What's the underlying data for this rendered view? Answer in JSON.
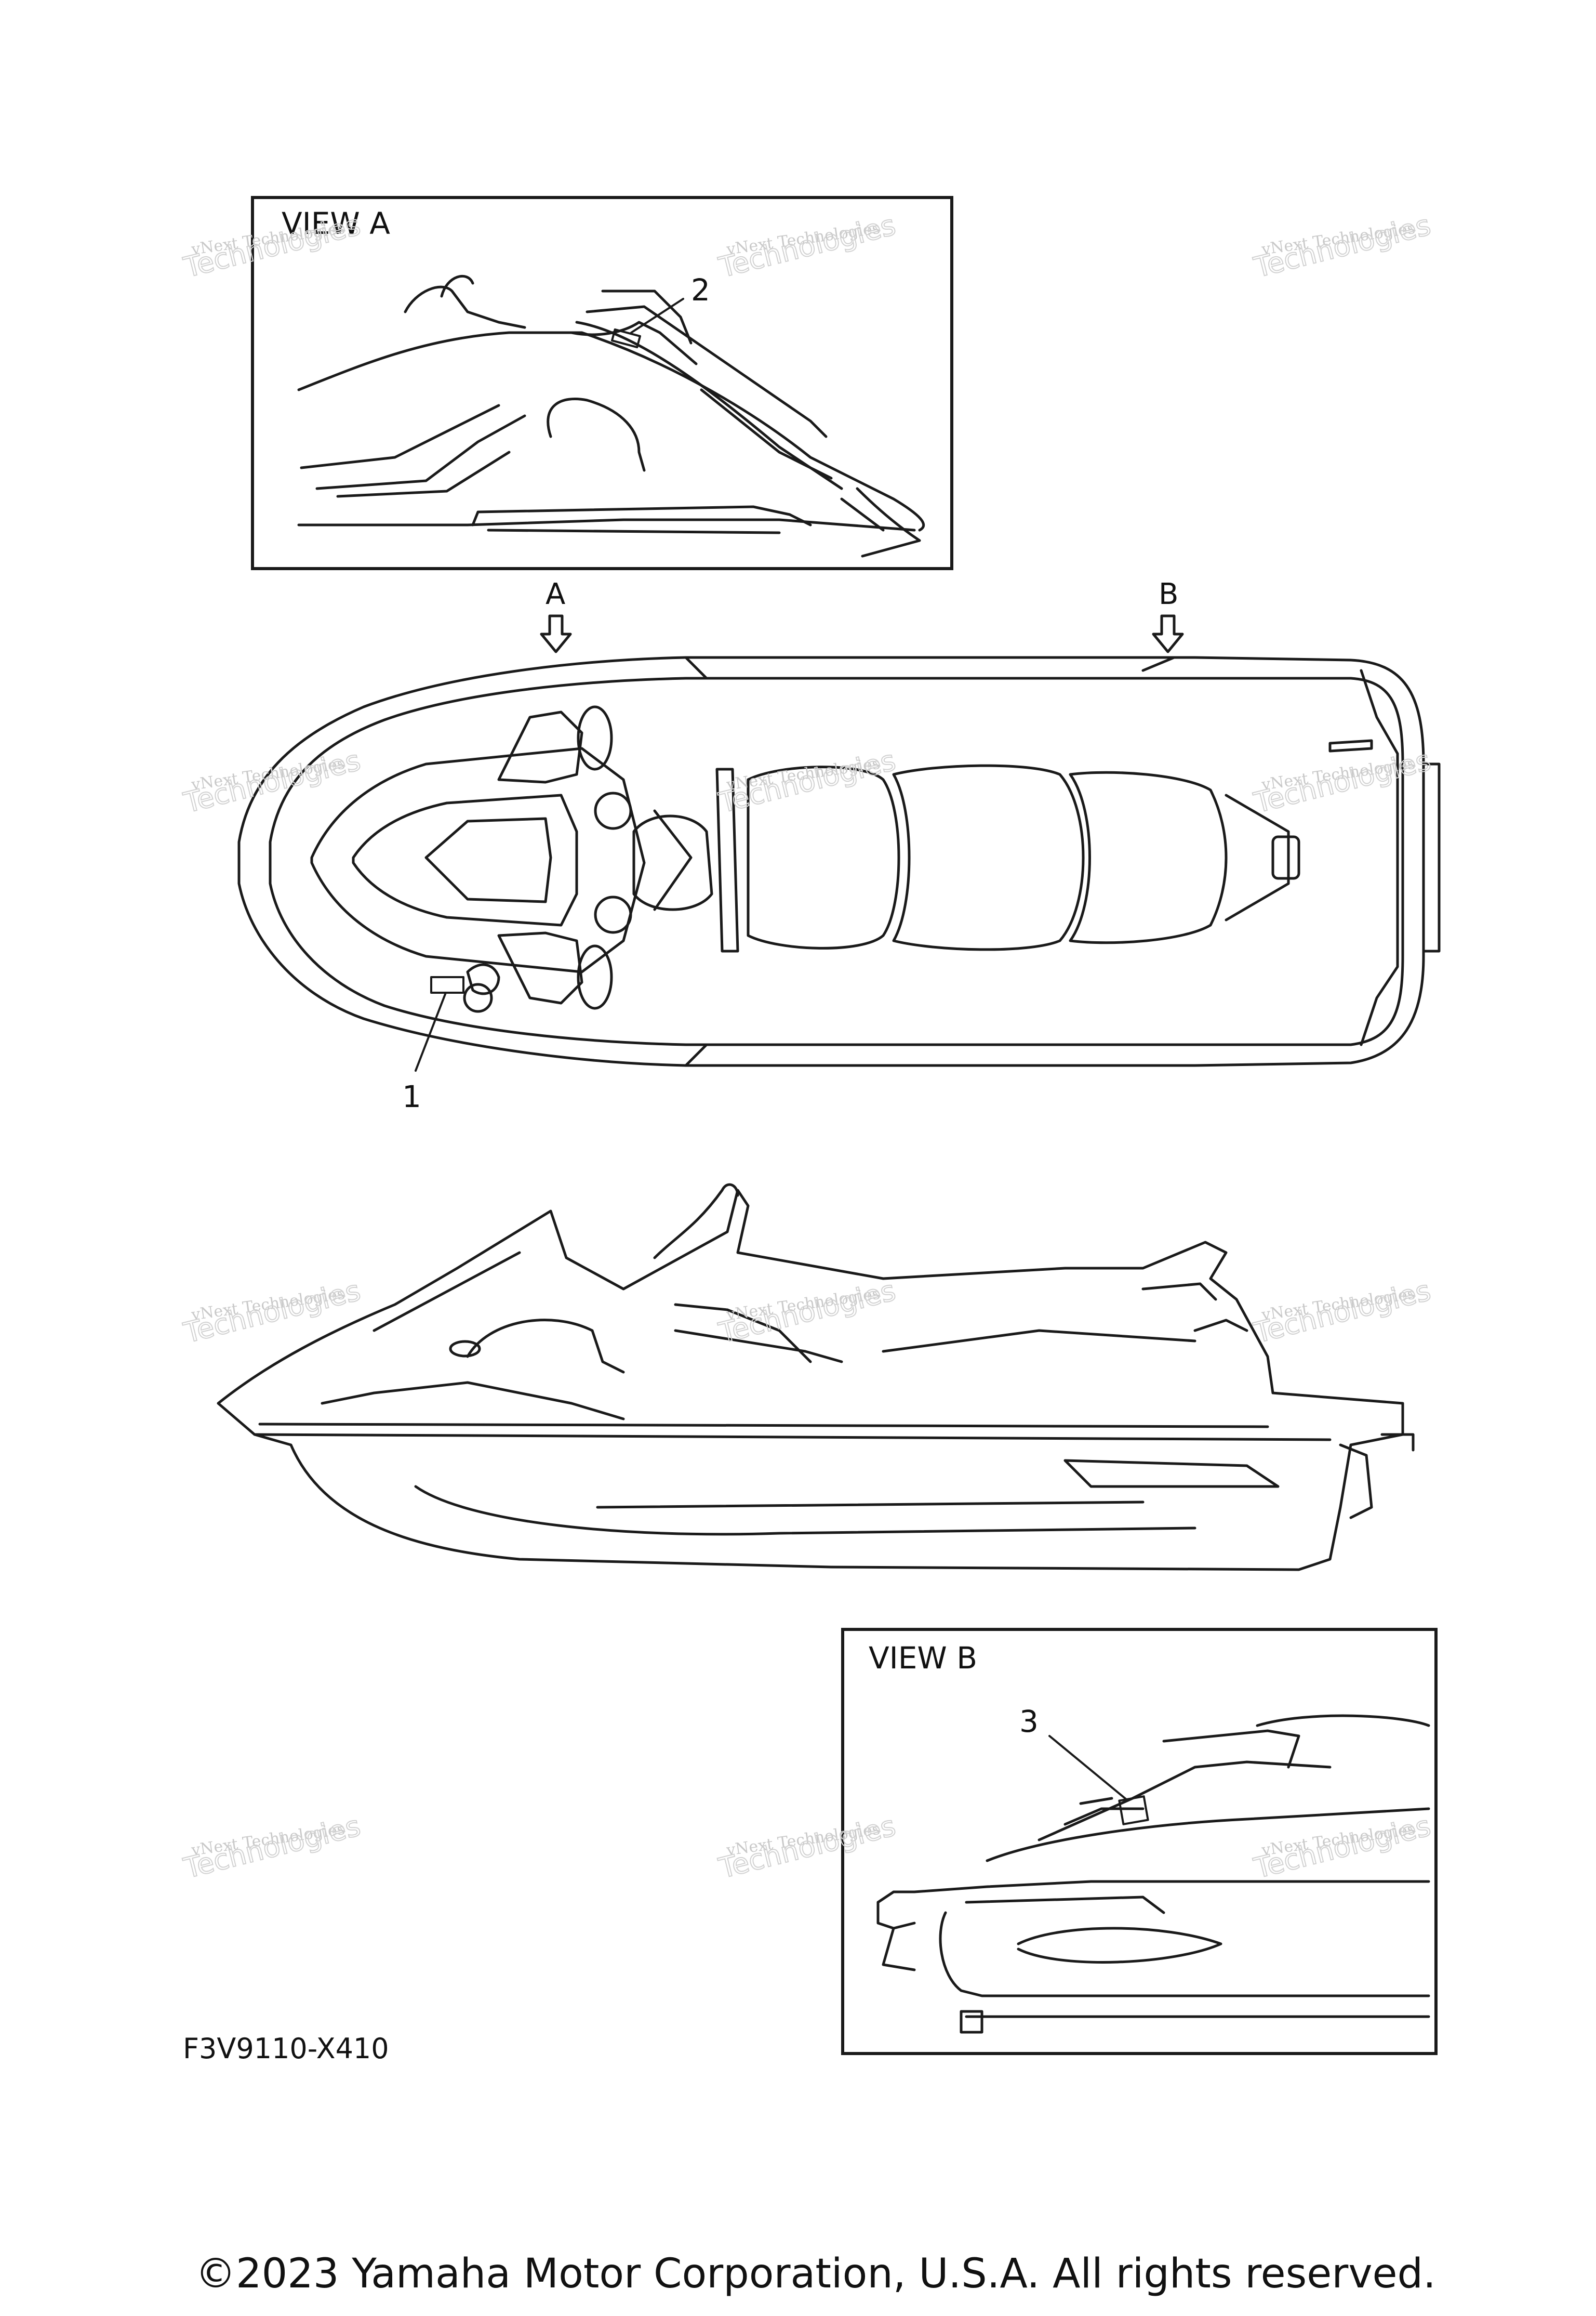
{
  "views": {
    "view_a": {
      "title": "VIEW A"
    },
    "view_b": {
      "title": "VIEW B"
    },
    "arrow_a": "A",
    "arrow_b": "B"
  },
  "callouts": [
    "1",
    "2",
    "3"
  ],
  "part_code": "F3V9110-X410",
  "watermark": {
    "line1": "vNext Technologies",
    "line2": "Technologies",
    "overlay": "vNext"
  },
  "copyright": "©2023 Yamaha Motor Corporation, U.S.A. All rights reserved."
}
